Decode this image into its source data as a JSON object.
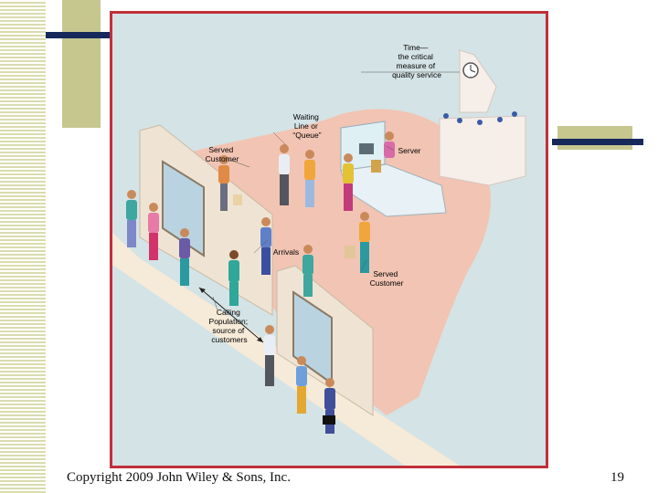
{
  "labels": {
    "time": [
      "Time—",
      "the critical",
      "measure of",
      "quality service"
    ],
    "waiting_line": [
      "Waiting",
      "Line or",
      "“Queue”"
    ],
    "served_customer_top": [
      "Served",
      "Customer"
    ],
    "server": [
      "Server"
    ],
    "arrivals": [
      "Arrivals"
    ],
    "served_customer_bottom": [
      "Served",
      "Customer"
    ],
    "calling_population": [
      "Calling",
      "Population;",
      "source of",
      "customers"
    ]
  },
  "footer": {
    "copyright": "Copyright 2009 John Wiley & Sons, Inc.",
    "page_number": "19"
  },
  "colors": {
    "frame_border": "#c0303a",
    "background": "#d4e3e5",
    "floor": "#f2c4b3",
    "accent_navy": "#17285a",
    "accent_olive": "#c6c68f"
  }
}
